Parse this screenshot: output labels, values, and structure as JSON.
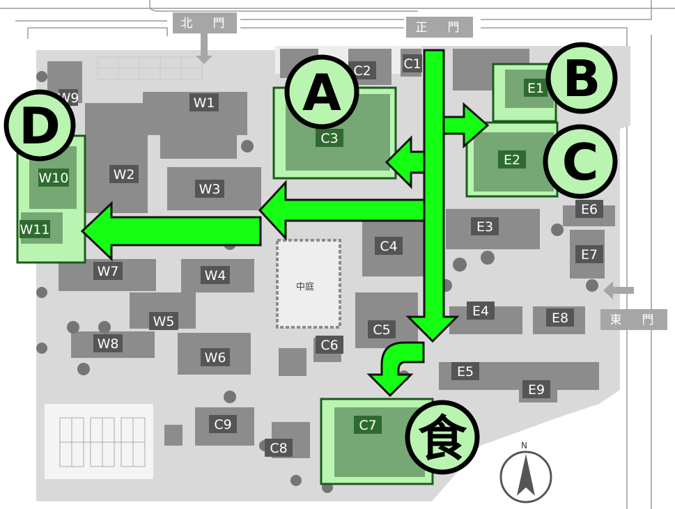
{
  "gates": {
    "north": "北　門",
    "main": "正　門",
    "east": "東　門"
  },
  "courtyard": "中庭",
  "compass": "N",
  "markers": {
    "a": "A",
    "b": "B",
    "c": "C",
    "d": "D",
    "food": "食"
  },
  "buildings": {
    "w1": "W1",
    "w2": "W2",
    "w3": "W3",
    "w4": "W4",
    "w5": "W5",
    "w6": "W6",
    "w7": "W7",
    "w8": "W8",
    "w9": "W9",
    "w10": "W10",
    "w11": "W11",
    "c1": "C1",
    "c2": "C2",
    "c3": "C3",
    "c4": "C4",
    "c5": "C5",
    "c6": "C6",
    "c7": "C7",
    "c8": "C8",
    "c9": "C9",
    "e1": "E1",
    "e2": "E2",
    "e3": "E3",
    "e4": "E4",
    "e5": "E5",
    "e6": "E6",
    "e7": "E7",
    "e8": "E8",
    "e9": "E9"
  },
  "colors": {
    "route_arrow": "#14ff14",
    "highlight_fill": "#b9f5b0",
    "highlight_border": "#1d5a1d",
    "building": "#8c8c8c",
    "ground": "#d9d9d9"
  }
}
